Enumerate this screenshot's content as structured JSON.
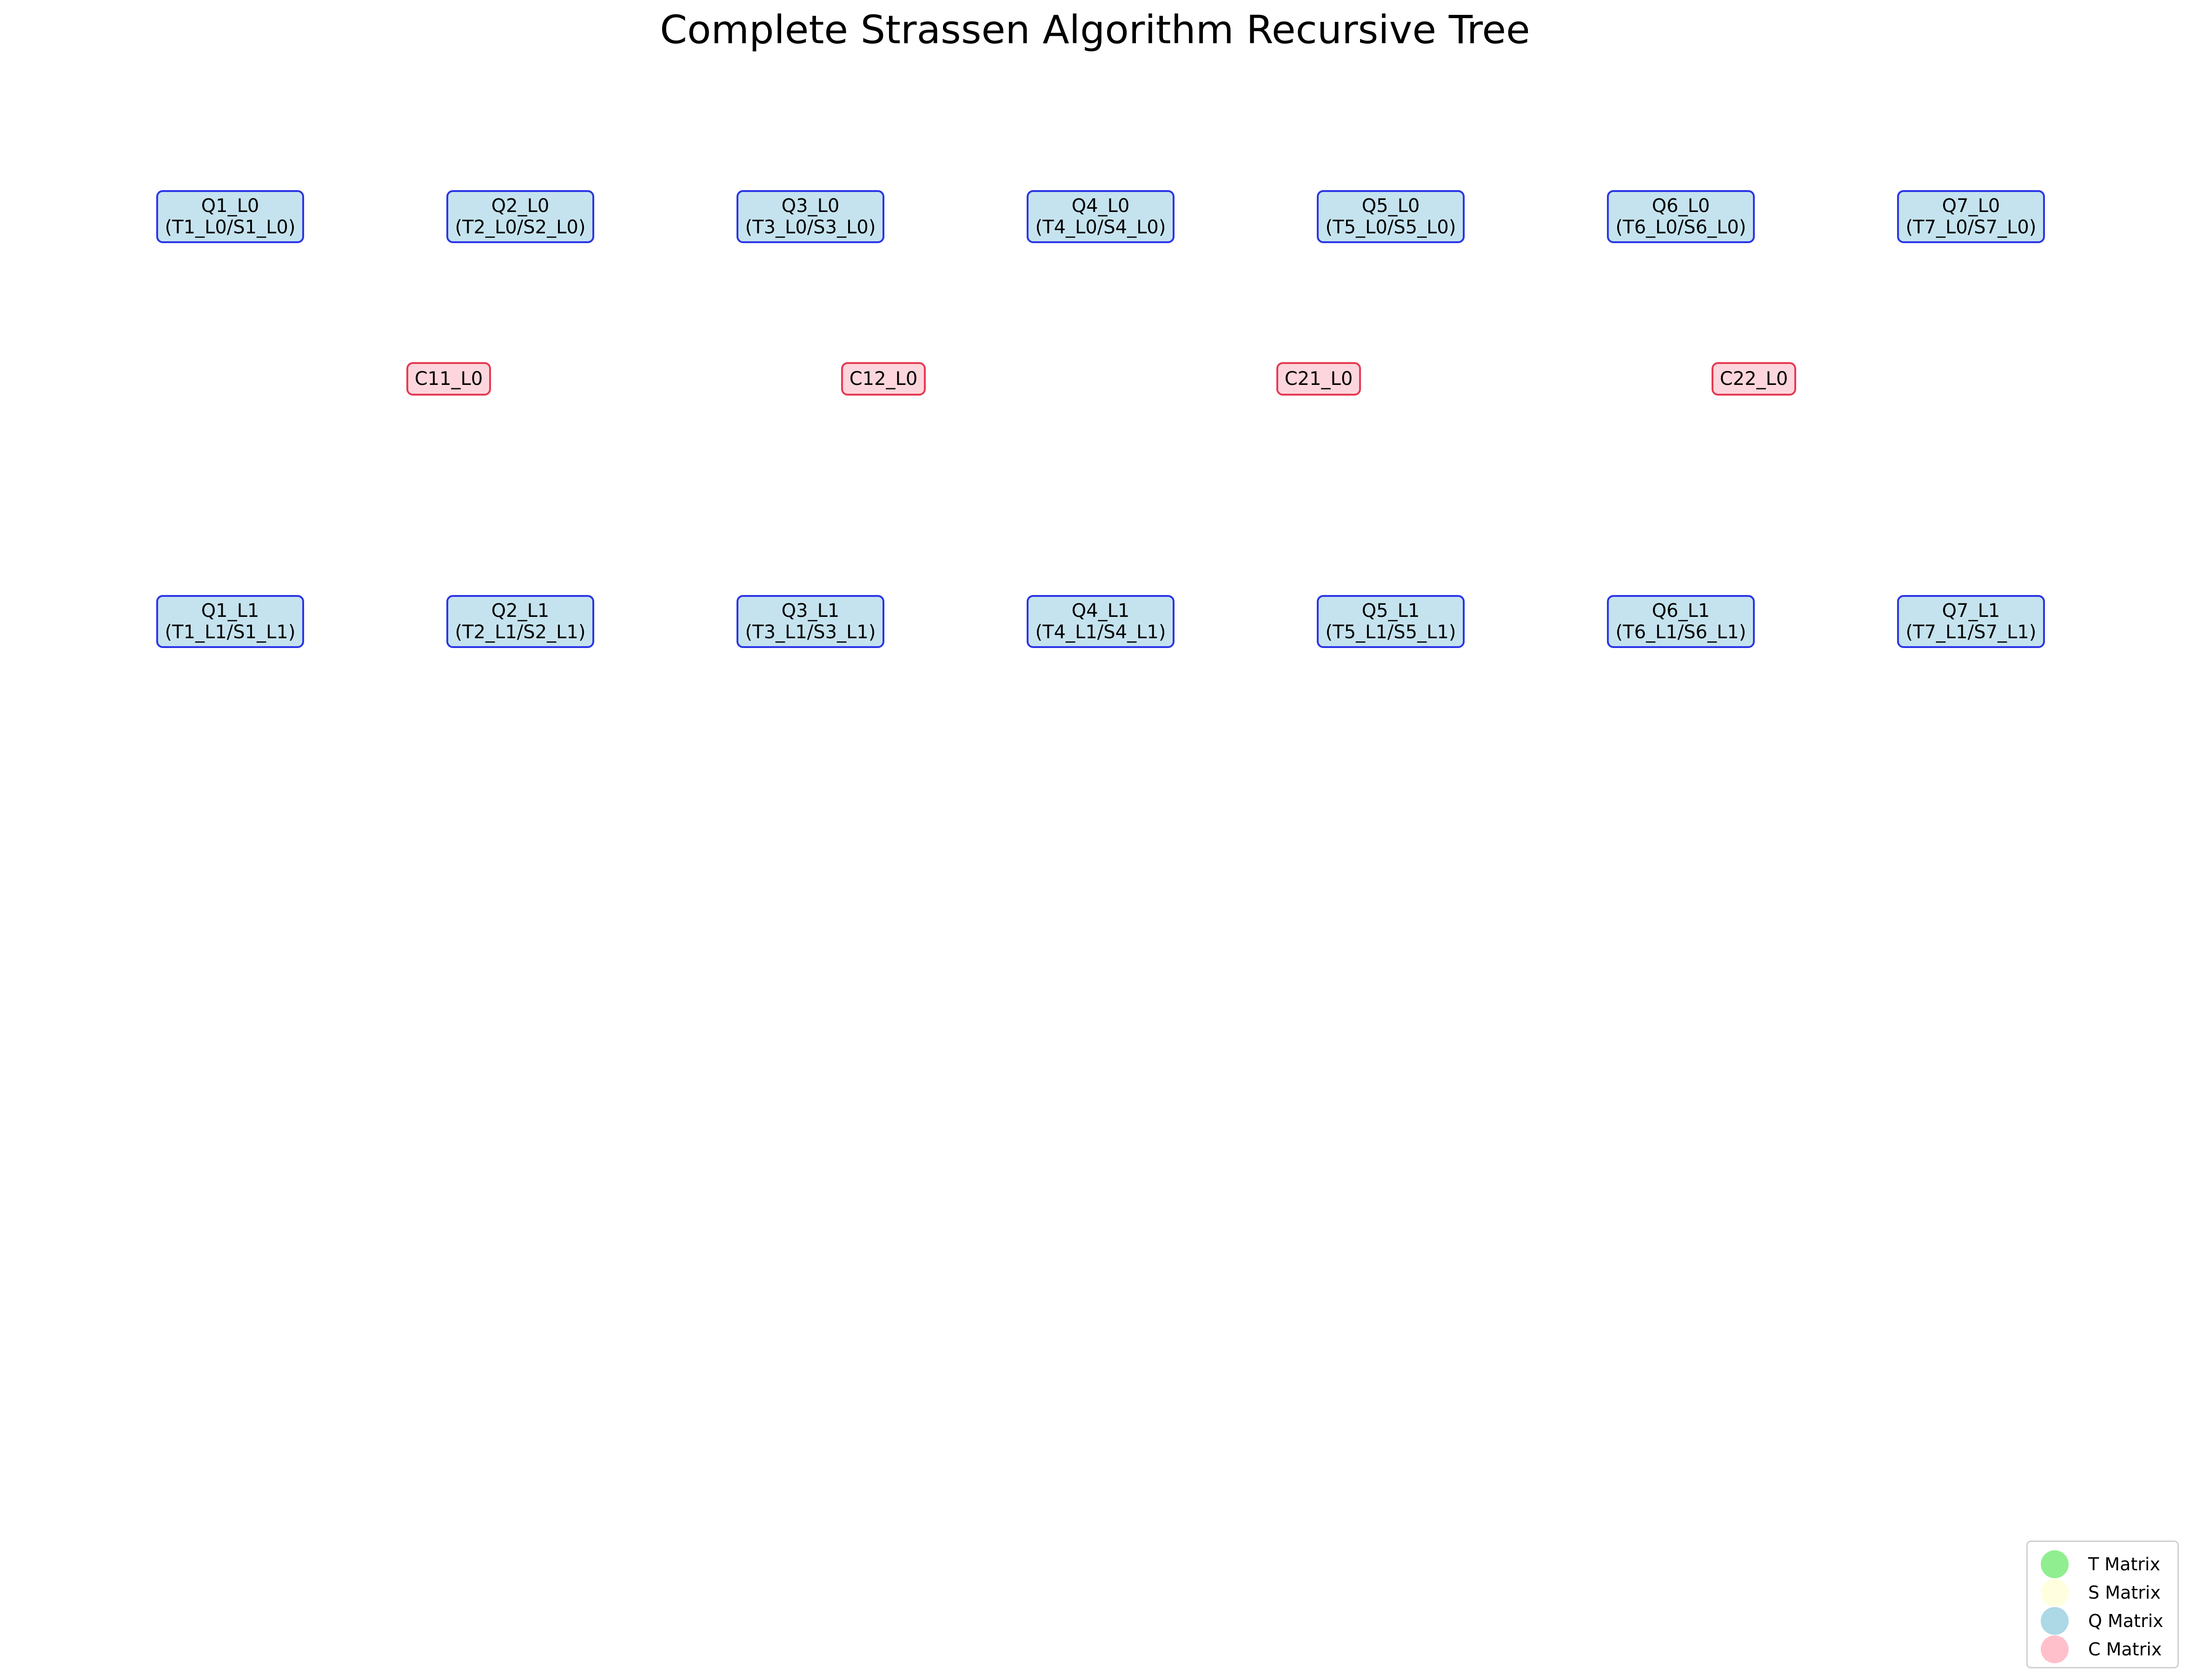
{
  "title": "Complete Strassen Algorithm Recursive Tree",
  "levels": [
    {
      "q_nodes": [
        {
          "name": "Q1_L0",
          "detail": "(T1_L0/S1_L0)"
        },
        {
          "name": "Q2_L0",
          "detail": "(T2_L0/S2_L0)"
        },
        {
          "name": "Q3_L0",
          "detail": "(T3_L0/S3_L0)"
        },
        {
          "name": "Q4_L0",
          "detail": "(T4_L0/S4_L0)"
        },
        {
          "name": "Q5_L0",
          "detail": "(T5_L0/S5_L0)"
        },
        {
          "name": "Q6_L0",
          "detail": "(T6_L0/S6_L0)"
        },
        {
          "name": "Q7_L0",
          "detail": "(T7_L0/S7_L0)"
        }
      ],
      "c_nodes": [
        "C11_L0",
        "C12_L0",
        "C21_L0",
        "C22_L0"
      ]
    },
    {
      "q_nodes": [
        {
          "name": "Q1_L1",
          "detail": "(T1_L1/S1_L1)"
        },
        {
          "name": "Q2_L1",
          "detail": "(T2_L1/S2_L1)"
        },
        {
          "name": "Q3_L1",
          "detail": "(T3_L1/S3_L1)"
        },
        {
          "name": "Q4_L1",
          "detail": "(T4_L1/S4_L1)"
        },
        {
          "name": "Q5_L1",
          "detail": "(T5_L1/S5_L1)"
        },
        {
          "name": "Q6_L1",
          "detail": "(T6_L1/S6_L1)"
        },
        {
          "name": "Q7_L1",
          "detail": "(T7_L1/S7_L1)"
        }
      ],
      "c_nodes": []
    }
  ],
  "legend": [
    {
      "label": "T Matrix",
      "color": "#90ee90"
    },
    {
      "label": "S Matrix",
      "color": "#ffffe0"
    },
    {
      "label": "Q Matrix",
      "color": "#add8e6"
    },
    {
      "label": "C Matrix",
      "color": "#ffc0cb"
    }
  ],
  "colors": {
    "q_fill": "#c5e3ee",
    "q_border": "#2b35e6",
    "c_fill": "#fcd6dc",
    "c_border": "#e63a52"
  }
}
